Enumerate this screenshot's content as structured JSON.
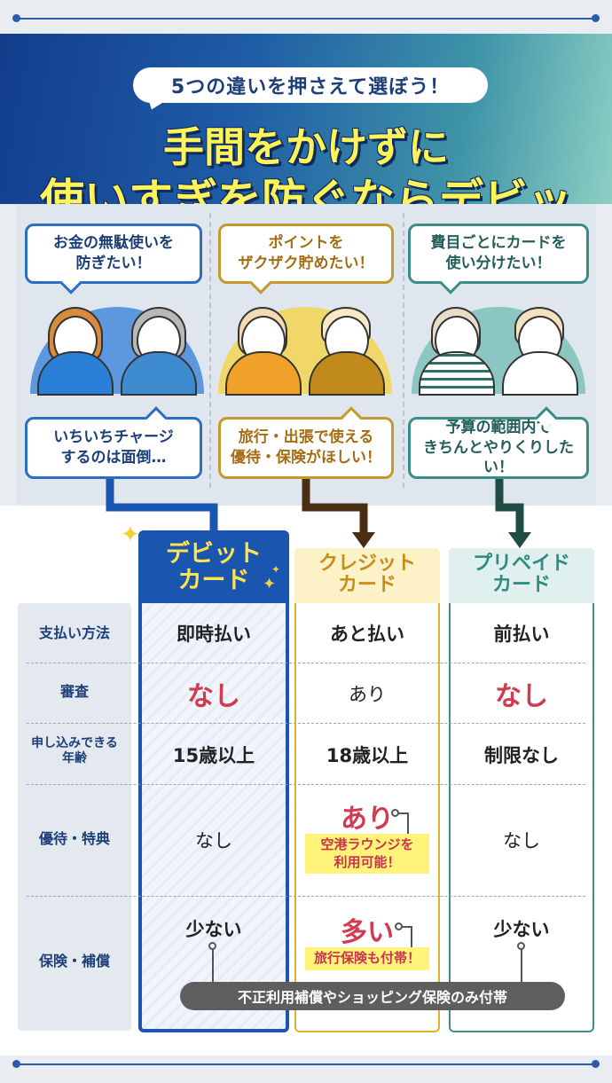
{
  "header": {
    "pill_text": "5つの違いを押さえて選ぼう！",
    "headline_line1": "手間をかけずに",
    "headline_line2": "使いすぎを防ぐならデビット！"
  },
  "personas": [
    {
      "top_bubble": "お金の無駄使いを\n防ぎたい！",
      "bottom_bubble": "いちいちチャージ\nするのは面倒…",
      "accent": "#2a6fc4",
      "arc_color": "#5d97de",
      "leads_to": "デビットカード"
    },
    {
      "top_bubble": "ポイントを\nザクザク貯めたい！",
      "bottom_bubble": "旅行・出張で使える\n優待・保険がほしい！",
      "accent": "#c59a2a",
      "arc_color": "#f1d76a",
      "leads_to": "クレジットカード"
    },
    {
      "top_bubble": "費目ごとにカードを\n使い分けたい！",
      "bottom_bubble": "予算の範囲内で\nきちんとやりくりしたい！",
      "accent": "#3a8c86",
      "arc_color": "#8cc6c2",
      "leads_to": "プリペイドカード"
    }
  ],
  "cards": [
    {
      "line1": "デビット",
      "line2": "カード",
      "border": "#1a55b0",
      "head_color": "#ffe44d",
      "fill": "#dce8f7"
    },
    {
      "line1": "クレジット",
      "line2": "カード",
      "border": "#e2b12c",
      "head_color": "#c78d1a",
      "fill": "#fdf6de"
    },
    {
      "line1": "プリペイド",
      "line2": "カード",
      "border": "#3f8f85",
      "head_color": "#2f8a80",
      "fill": "#dff0ee"
    }
  ],
  "rows": [
    {
      "label": "支払い方法",
      "values": [
        "即時払い",
        "あと払い",
        "前払い"
      ]
    },
    {
      "label": "審査",
      "values": [
        "なし",
        "あり",
        "なし"
      ]
    },
    {
      "label": "申し込みできる\n年齢",
      "values": [
        "15歳以上",
        "18歳以上",
        "制限なし"
      ]
    },
    {
      "label": "優待・特典",
      "values": [
        "なし",
        "あり",
        "なし"
      ],
      "credit_tag": "空港ラウンジを\n利用可能！"
    },
    {
      "label": "保険・補償",
      "values": [
        "少ない",
        "多い",
        "少ない"
      ],
      "credit_tag": "旅行保険も付帯！"
    }
  ],
  "footnote": "不正利用補償やショッピング保険のみ付帯",
  "colors": {
    "navy": "#1d3f78",
    "highlight_red": "#d23a4f",
    "frame": "#2a5ca8"
  }
}
